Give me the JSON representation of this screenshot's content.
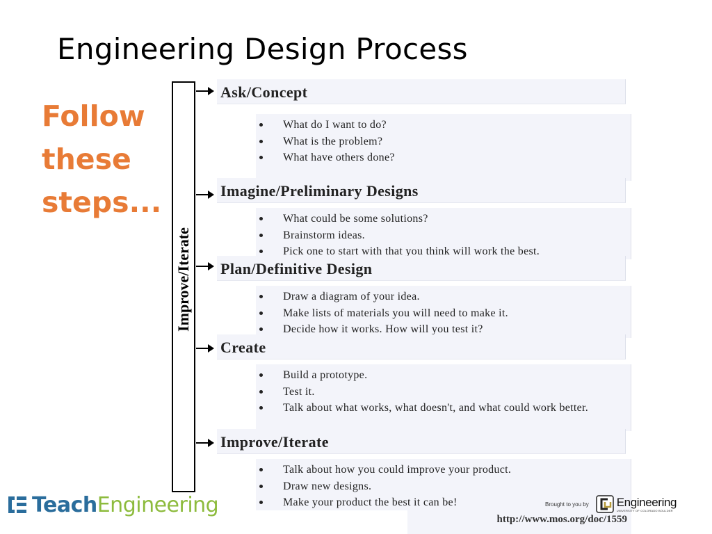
{
  "slide": {
    "title": "Engineering Design Process",
    "callout": [
      "Follow",
      "these",
      "steps..."
    ]
  },
  "diagram": {
    "loop_label": "Improve/Iterate",
    "steps": [
      {
        "title": "Ask/Concept",
        "items": [
          "What do I want to do?",
          "What is the problem?",
          "What have others done?"
        ]
      },
      {
        "title": "Imagine/Preliminary Designs",
        "items": [
          "What could be some solutions?",
          "Brainstorm ideas.",
          "Pick one to start with that you think will work the best."
        ]
      },
      {
        "title": "Plan/Definitive Design",
        "items": [
          "Draw a diagram of your idea.",
          "Make lists of materials you will need to make it.",
          "Decide how it works. How will you test it?"
        ]
      },
      {
        "title": "Create",
        "items": [
          "Build a prototype.",
          "Test it.",
          "Talk about what works, what doesn't, and what could work better."
        ]
      },
      {
        "title": "Improve/Iterate",
        "items": [
          "Talk about how you could improve your product.",
          "Draw new designs.",
          "Make your product the best it can be!"
        ]
      }
    ],
    "source_url": "http://www.mos.org/doc/1559"
  },
  "footer": {
    "teach_logo": {
      "part1": "Teach",
      "part2": "Engineering"
    },
    "brought_by": "Brought to you by",
    "cu_logo": {
      "name": "Engineering",
      "sub": "UNIVERSITY OF COLORADO BOULDER"
    }
  },
  "colors": {
    "callout": "#e87b36",
    "teach_blue": "#2a6d9c",
    "teach_green": "#8dbb3d",
    "panel_bg": "#f3f4fa"
  }
}
